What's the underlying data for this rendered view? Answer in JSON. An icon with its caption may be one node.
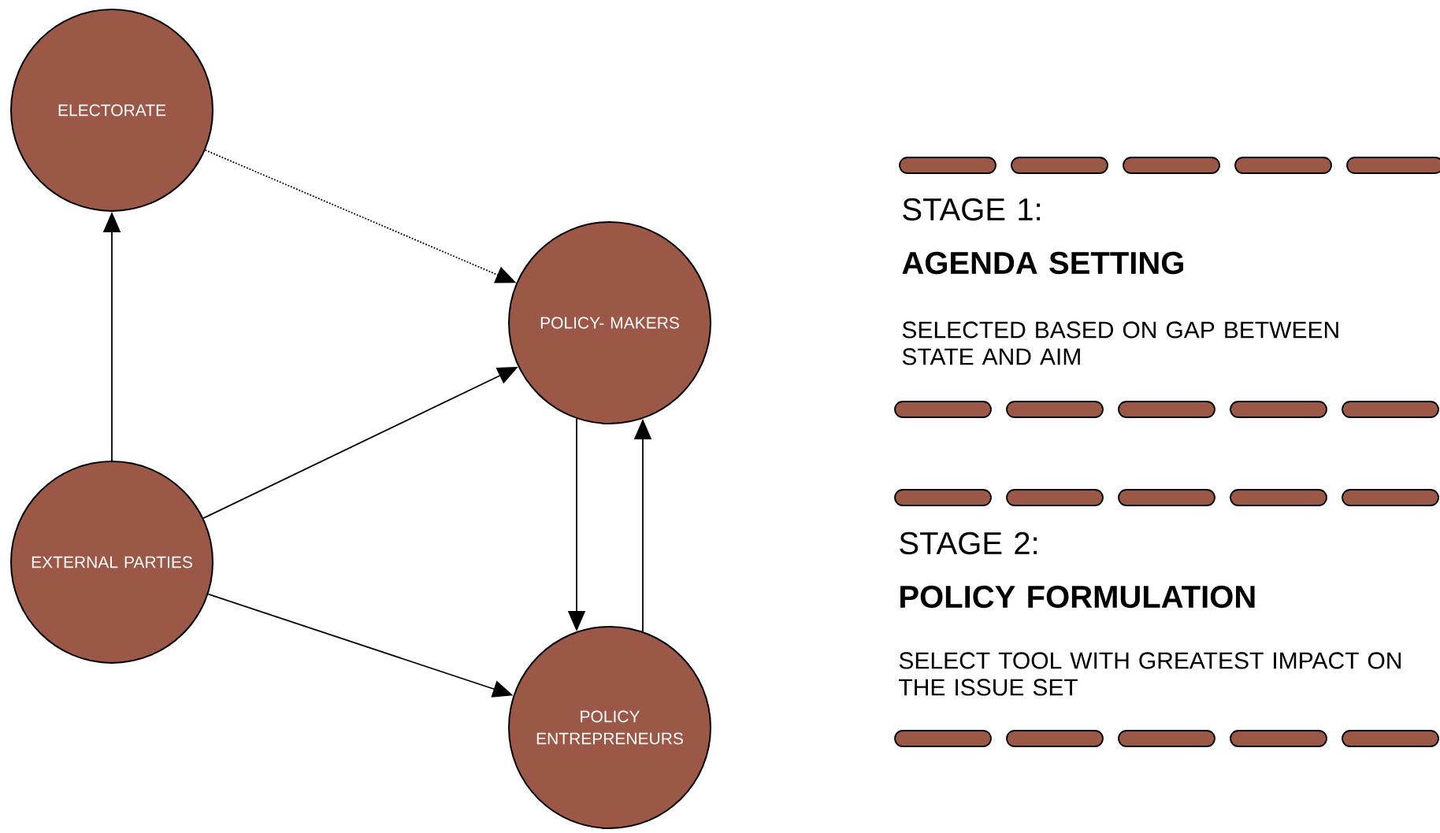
{
  "diagram": {
    "nodes": [
      {
        "text": [
          "ELECTORATE"
        ]
      },
      {
        "text": [
          "POLICY- MAKERS"
        ]
      },
      {
        "text": [
          "EXTERNAL PARTIES"
        ]
      },
      {
        "text": [
          "POLICY ENTREPRENEURS"
        ]
      }
    ],
    "edges": [
      {
        "from": 0,
        "to": 1,
        "arrow": "to",
        "style": "dashed"
      },
      {
        "from": 2,
        "to": 0,
        "arrow": "to"
      },
      {
        "from": 2,
        "to": 1,
        "arrow": "to"
      },
      {
        "from": 2,
        "to": 3,
        "arrow": "to"
      },
      {
        "from": 1,
        "to": 3,
        "arrow": "to"
      },
      {
        "from": 3,
        "to": 1,
        "arrow": "to"
      }
    ],
    "labels": [
      "STAGE 1:",
      "AGENDA SETTING",
      "SELECTED BASED ON GAP BETWEEN STATE AND AIM",
      "STAGE 2:",
      "POLICY FORMULATION",
      "SELECT TOOL WITH GREATEST IMPACT ON THE ISSUE SET"
    ]
  }
}
